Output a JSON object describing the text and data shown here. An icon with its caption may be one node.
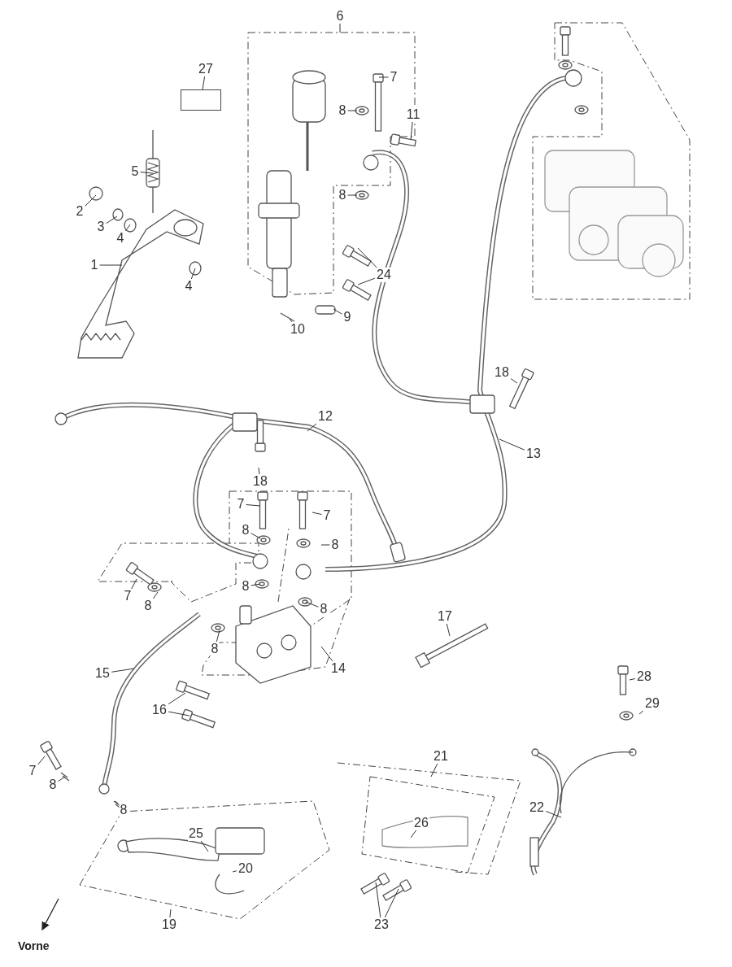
{
  "diagram": {
    "nodes": [
      {
        "text": [
          "6"
        ]
      },
      {
        "text": [
          "27"
        ]
      },
      {
        "text": [],
        "shape": "box"
      },
      {
        "text": [
          "7"
        ]
      },
      {
        "text": [
          "8"
        ]
      },
      {
        "text": [
          "11"
        ]
      },
      {
        "text": [
          "5"
        ]
      },
      {
        "text": [
          "8"
        ]
      },
      {
        "text": [
          "2"
        ]
      },
      {
        "text": [
          "3"
        ]
      },
      {
        "text": [
          "4"
        ]
      },
      {
        "text": [
          "1"
        ]
      },
      {
        "text": [
          "24"
        ]
      },
      {
        "text": [
          "4"
        ]
      },
      {
        "text": [
          "9"
        ]
      },
      {
        "text": [
          "10"
        ]
      },
      {
        "text": [
          "18"
        ]
      },
      {
        "text": [
          "12"
        ]
      },
      {
        "text": [
          "13"
        ]
      },
      {
        "text": [
          "18"
        ]
      },
      {
        "text": [
          "7"
        ]
      },
      {
        "text": [
          "7"
        ]
      },
      {
        "text": [
          "8"
        ]
      },
      {
        "text": [
          "8"
        ]
      },
      {
        "text": [
          "8"
        ]
      },
      {
        "text": [
          "7"
        ]
      },
      {
        "text": [
          "8"
        ]
      },
      {
        "text": [
          "8"
        ]
      },
      {
        "text": [
          "17"
        ]
      },
      {
        "text": [
          "8"
        ]
      },
      {
        "text": [
          "14"
        ]
      },
      {
        "text": [
          "15"
        ]
      },
      {
        "text": [
          "28"
        ]
      },
      {
        "text": [
          "29"
        ]
      },
      {
        "text": [
          "16"
        ]
      },
      {
        "text": [
          "7"
        ]
      },
      {
        "text": [
          "8"
        ]
      },
      {
        "text": [
          "21"
        ]
      },
      {
        "text": [
          "22"
        ]
      },
      {
        "text": [
          "8"
        ]
      },
      {
        "text": [
          "26"
        ]
      },
      {
        "text": [
          "25"
        ]
      },
      {
        "text": [
          "20"
        ]
      },
      {
        "text": [
          "19"
        ]
      },
      {
        "text": [
          "23"
        ]
      }
    ],
    "edges": [
      {
        "from": 0,
        "to": null,
        "arrow": "none"
      },
      {
        "from": 1,
        "to": 2,
        "arrow": "none"
      },
      {
        "from": 3,
        "to": null,
        "arrow": "none"
      },
      {
        "from": 4,
        "to": null,
        "arrow": "none"
      },
      {
        "from": 5,
        "to": null,
        "arrow": "none"
      },
      {
        "from": 6,
        "to": null,
        "arrow": "none"
      },
      {
        "from": 7,
        "to": null,
        "arrow": "none"
      },
      {
        "from": 8,
        "to": null,
        "arrow": "none"
      },
      {
        "from": 9,
        "to": null,
        "arrow": "none"
      },
      {
        "from": 10,
        "to": null,
        "arrow": "none"
      },
      {
        "from": 11,
        "to": null,
        "arrow": "none"
      },
      {
        "from": 12,
        "to": null,
        "arrow": "none"
      },
      {
        "from": 12,
        "to": null,
        "arrow": "none"
      },
      {
        "from": 13,
        "to": null,
        "arrow": "none"
      },
      {
        "from": 14,
        "to": null,
        "arrow": "none"
      },
      {
        "from": 15,
        "to": null,
        "arrow": "none"
      },
      {
        "from": 16,
        "to": null,
        "arrow": "none"
      },
      {
        "from": 17,
        "to": null,
        "arrow": "none"
      },
      {
        "from": 18,
        "to": null,
        "arrow": "none"
      },
      {
        "from": 19,
        "to": null,
        "arrow": "none"
      },
      {
        "from": 20,
        "to": null,
        "arrow": "none"
      },
      {
        "from": 21,
        "to": null,
        "arrow": "none"
      },
      {
        "from": 22,
        "to": null,
        "arrow": "none"
      },
      {
        "from": 23,
        "to": null,
        "arrow": "none"
      },
      {
        "from": 24,
        "to": null,
        "arrow": "none"
      },
      {
        "from": 25,
        "to": null,
        "arrow": "none"
      },
      {
        "from": 26,
        "to": null,
        "arrow": "none"
      },
      {
        "from": 27,
        "to": null,
        "arrow": "none"
      },
      {
        "from": 28,
        "to": null,
        "arrow": "none"
      },
      {
        "from": 29,
        "to": null,
        "arrow": "none"
      },
      {
        "from": 30,
        "to": null,
        "arrow": "none"
      },
      {
        "from": 31,
        "to": null,
        "arrow": "none"
      },
      {
        "from": 32,
        "to": null,
        "arrow": "none"
      },
      {
        "from": 33,
        "to": null,
        "arrow": "none"
      },
      {
        "from": 34,
        "to": null,
        "arrow": "none"
      },
      {
        "from": 34,
        "to": null,
        "arrow": "none"
      },
      {
        "from": 35,
        "to": null,
        "arrow": "none"
      },
      {
        "from": 36,
        "to": null,
        "arrow": "none"
      },
      {
        "from": 37,
        "to": null,
        "arrow": "none"
      },
      {
        "from": 38,
        "to": null,
        "arrow": "none"
      },
      {
        "from": 39,
        "to": null,
        "arrow": "none"
      },
      {
        "from": 40,
        "to": null,
        "arrow": "none"
      },
      {
        "from": 41,
        "to": null,
        "arrow": "none"
      },
      {
        "from": 42,
        "to": null,
        "arrow": "none"
      },
      {
        "from": 43,
        "to": null,
        "arrow": "none"
      },
      {
        "from": 44,
        "to": null,
        "arrow": "none"
      },
      {
        "from": 44,
        "to": null,
        "arrow": "none"
      }
    ],
    "labels": [
      "Vorne"
    ]
  }
}
